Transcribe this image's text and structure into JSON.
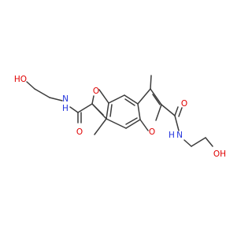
{
  "molecule": {
    "atoms": [
      {
        "symbol": "HO",
        "color": "#e00000"
      },
      {
        "symbol": "N",
        "color": "#2233dd"
      },
      {
        "symbol": "H",
        "color": "#2233dd"
      },
      {
        "symbol": "O",
        "color": "#e00000"
      },
      {
        "symbol": "O",
        "color": "#e00000"
      },
      {
        "symbol": "O",
        "color": "#e00000"
      },
      {
        "symbol": "O",
        "color": "#e00000"
      },
      {
        "symbol": "N",
        "color": "#2233dd"
      },
      {
        "symbol": "H",
        "color": "#2233dd"
      },
      {
        "symbol": "OH",
        "color": "#e00000"
      }
    ],
    "bond_color": "#3c3c3c"
  }
}
